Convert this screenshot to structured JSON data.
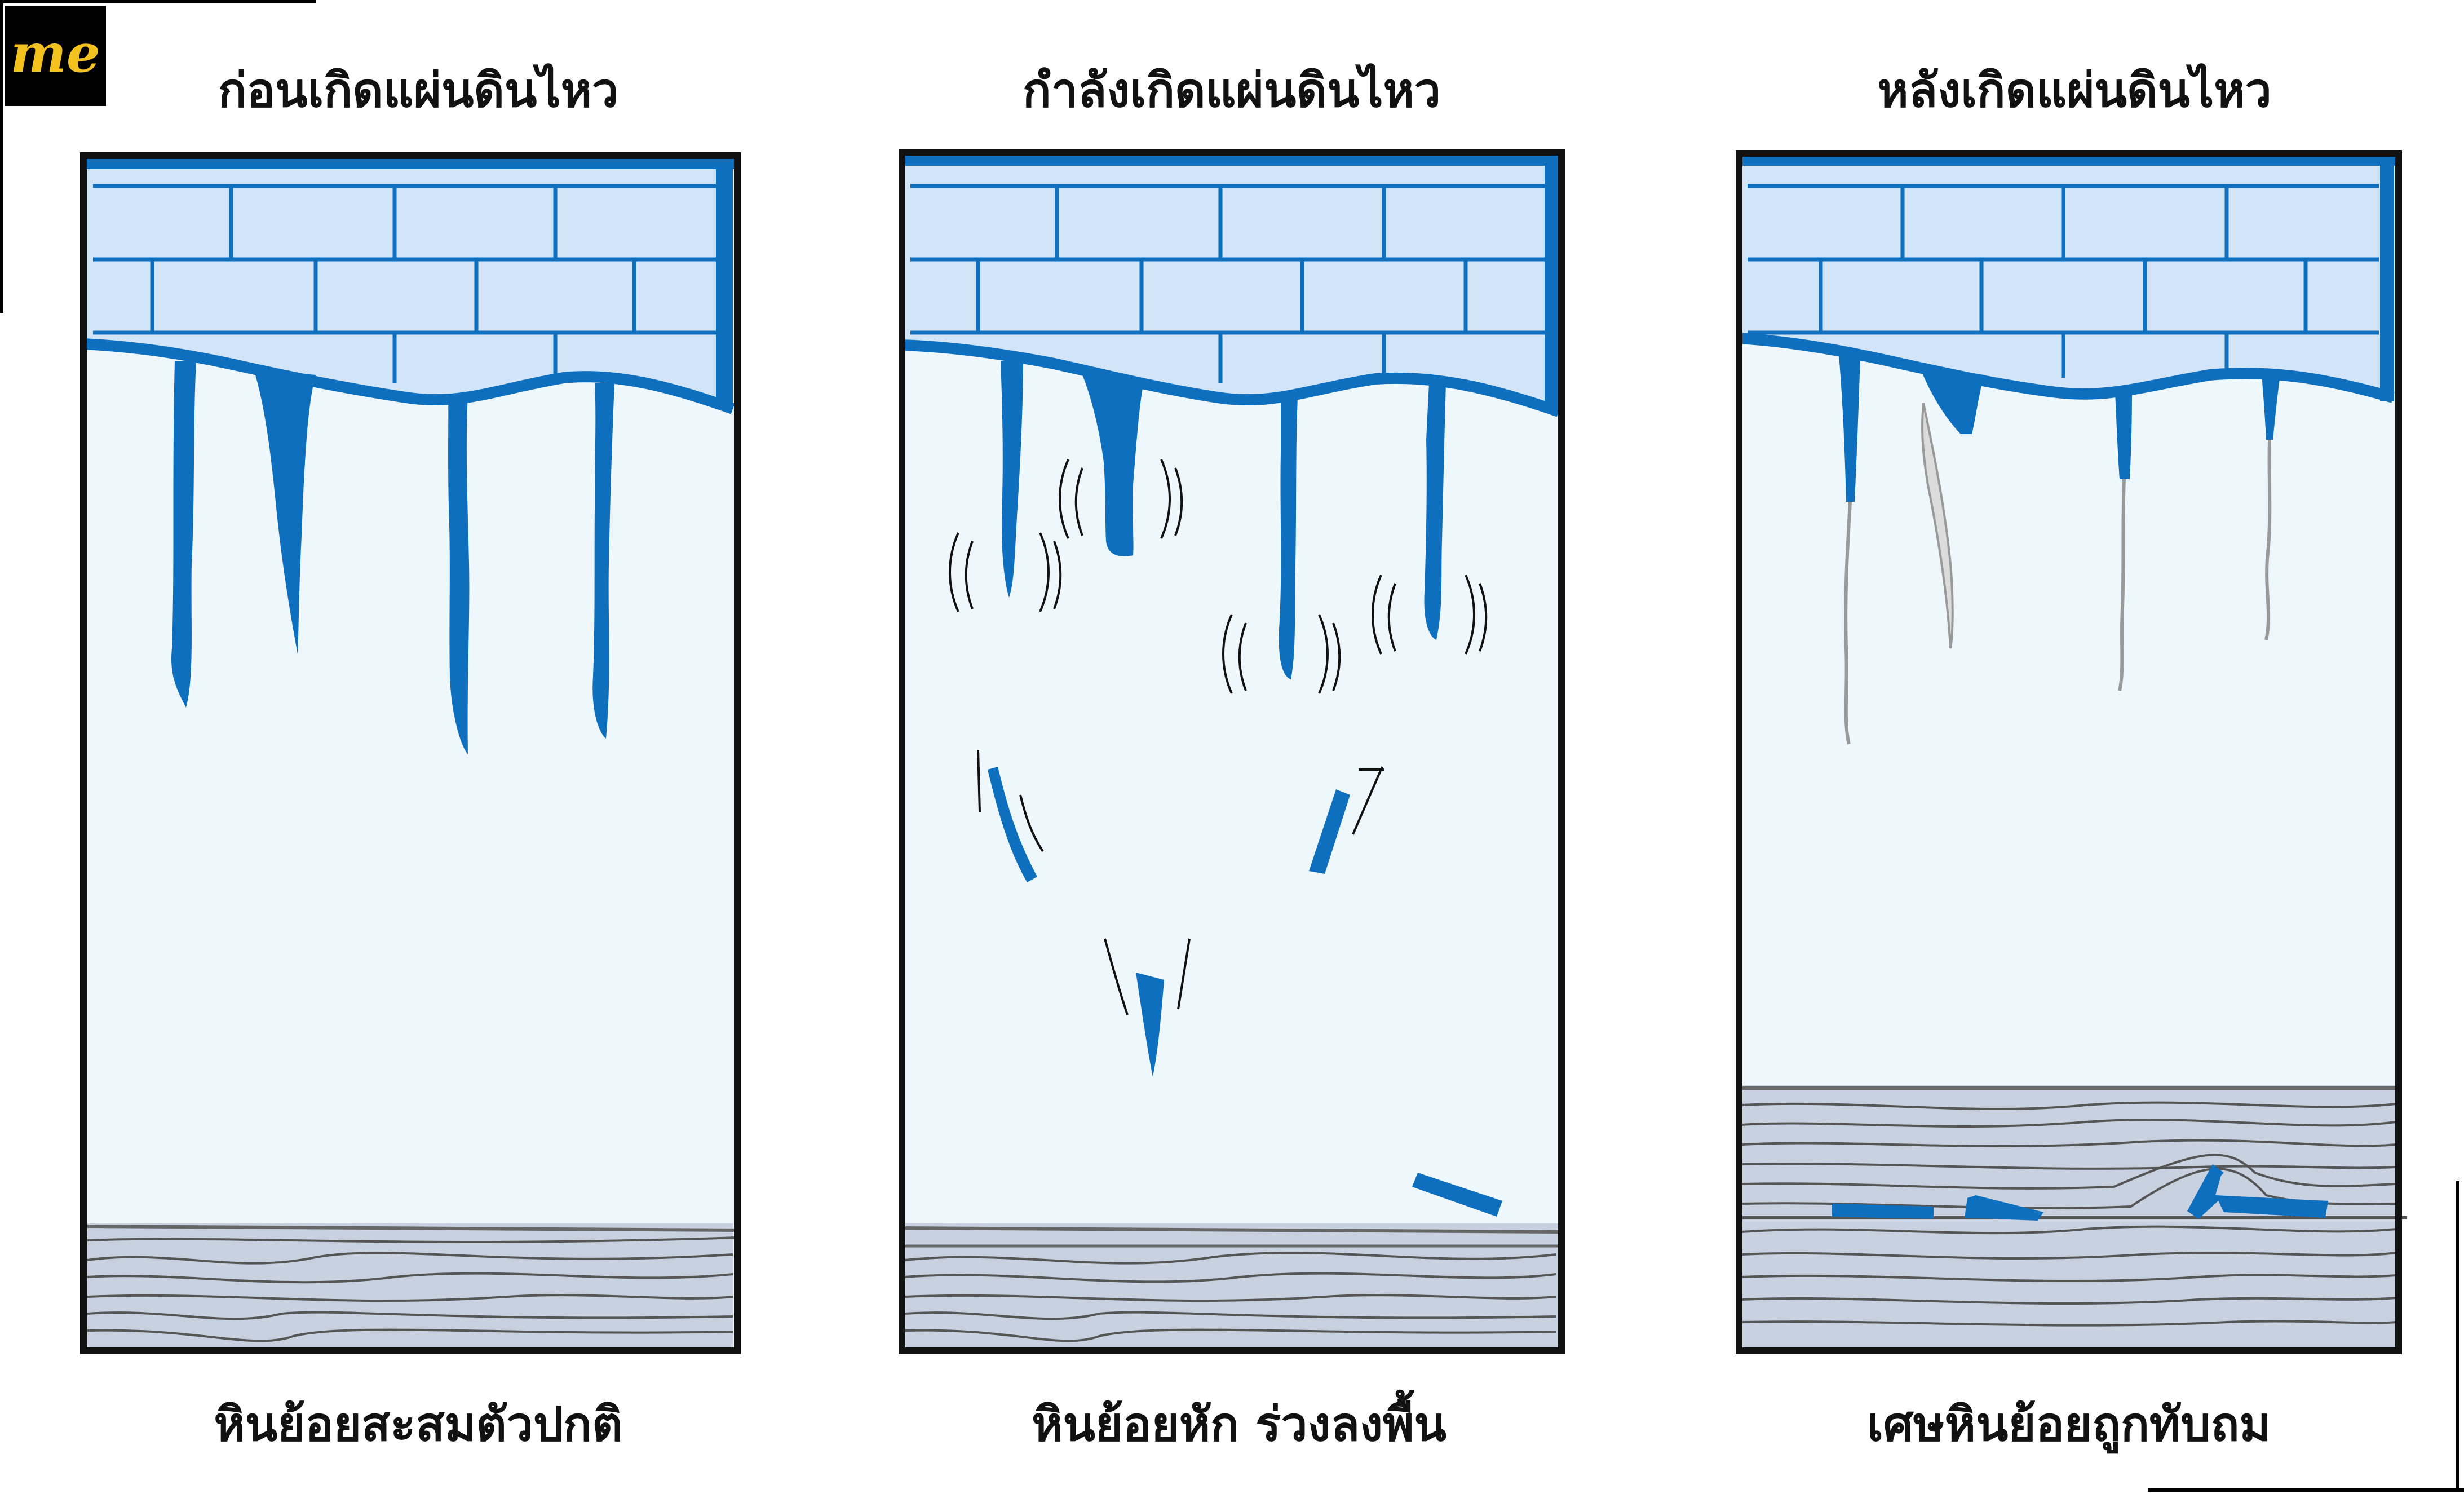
{
  "logo": {
    "text": "me",
    "bg": "#000000",
    "color": "#f4c21f"
  },
  "panels": [
    {
      "title": "ก่อนเกิดแผ่นดินไหว",
      "caption": "หินย้อยสะสมตัวปกติ"
    },
    {
      "title": "กำลังเกิดแผ่นดินไหว",
      "caption": "หินย้อยหัก ร่วงลงพื้น"
    },
    {
      "title": "หลังเกิดแผ่นดินไหว",
      "caption": "เศษหินย้อยถูกทับถม"
    }
  ],
  "colors": {
    "stalactite": "#0e6fbf",
    "brick_fill": "#d2e4f8",
    "cave_air": "#eef7fb",
    "floor": "#c7d1df",
    "outline": "#111111"
  }
}
